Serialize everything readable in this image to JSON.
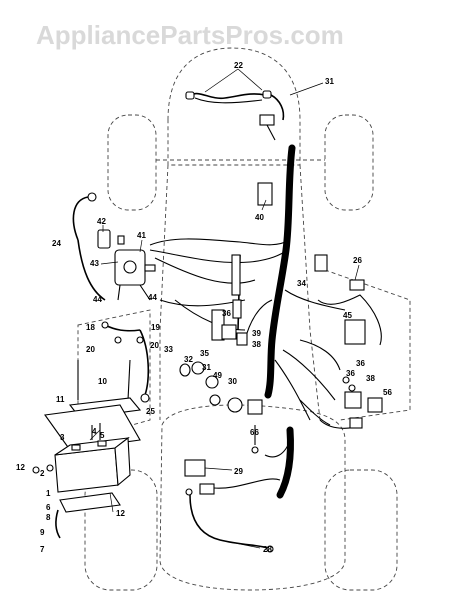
{
  "watermark": "AppliancePartsPros.com",
  "callouts": [
    {
      "id": "c22",
      "text": "22"
    },
    {
      "id": "c31",
      "text": "31"
    },
    {
      "id": "c40",
      "text": "40"
    },
    {
      "id": "c42",
      "text": "42"
    },
    {
      "id": "c41",
      "text": "41"
    },
    {
      "id": "c24",
      "text": "24"
    },
    {
      "id": "c43",
      "text": "43"
    },
    {
      "id": "c44a",
      "text": "44"
    },
    {
      "id": "c44b",
      "text": "44"
    },
    {
      "id": "c26",
      "text": "26"
    },
    {
      "id": "c34",
      "text": "34"
    },
    {
      "id": "c18",
      "text": "18"
    },
    {
      "id": "c19",
      "text": "19"
    },
    {
      "id": "c20a",
      "text": "20"
    },
    {
      "id": "c20b",
      "text": "20"
    },
    {
      "id": "c33",
      "text": "33"
    },
    {
      "id": "c35",
      "text": "35"
    },
    {
      "id": "c36",
      "text": "36"
    },
    {
      "id": "c39",
      "text": "39"
    },
    {
      "id": "c38",
      "text": "38"
    },
    {
      "id": "c32",
      "text": "32"
    },
    {
      "id": "c31b",
      "text": "31"
    },
    {
      "id": "c49",
      "text": "49"
    },
    {
      "id": "c30",
      "text": "30"
    },
    {
      "id": "c10",
      "text": "10"
    },
    {
      "id": "c11",
      "text": "11"
    },
    {
      "id": "c25",
      "text": "25"
    },
    {
      "id": "c3",
      "text": "3"
    },
    {
      "id": "c4",
      "text": "4"
    },
    {
      "id": "c5",
      "text": "5"
    },
    {
      "id": "c12a",
      "text": "12"
    },
    {
      "id": "c2",
      "text": "2"
    },
    {
      "id": "c1",
      "text": "1"
    },
    {
      "id": "c6",
      "text": "6"
    },
    {
      "id": "c8",
      "text": "8"
    },
    {
      "id": "c9",
      "text": "9"
    },
    {
      "id": "c7",
      "text": "7"
    },
    {
      "id": "c12b",
      "text": "12"
    },
    {
      "id": "c66",
      "text": "66"
    },
    {
      "id": "c29",
      "text": "29"
    },
    {
      "id": "c28",
      "text": "28"
    },
    {
      "id": "c36b",
      "text": "36"
    },
    {
      "id": "c36c",
      "text": "36"
    },
    {
      "id": "c38b",
      "text": "38"
    },
    {
      "id": "c56",
      "text": "56"
    },
    {
      "id": "c45",
      "text": "45"
    }
  ]
}
